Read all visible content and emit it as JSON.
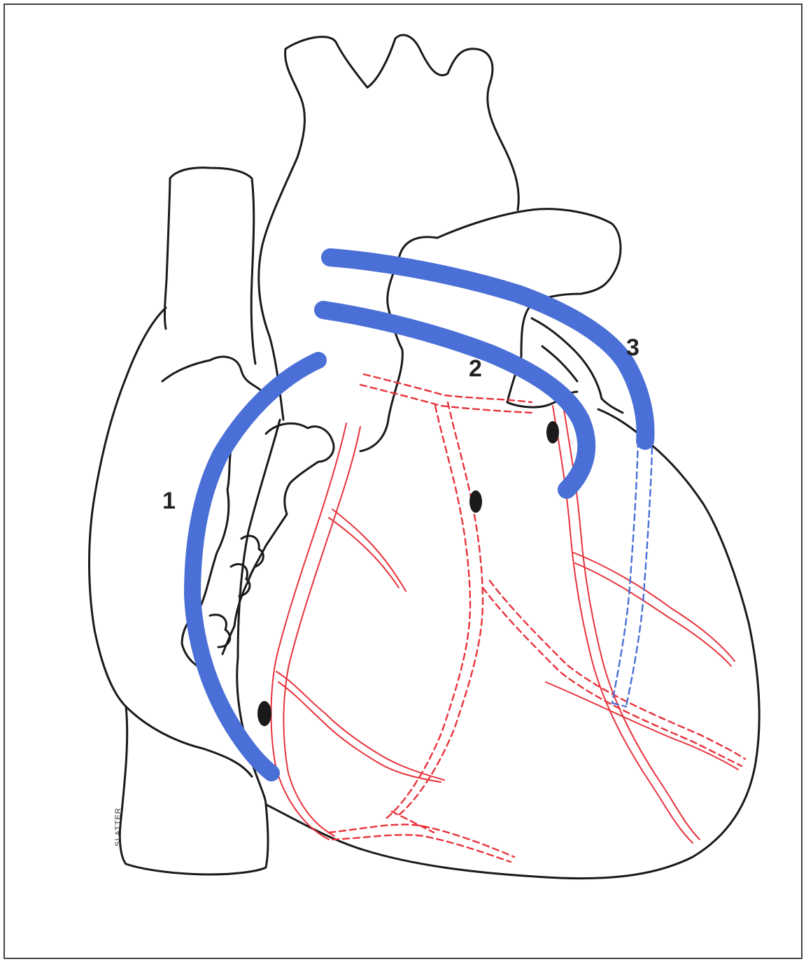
{
  "figure": {
    "labels": [
      {
        "id": "graft-1",
        "text": "1"
      },
      {
        "id": "graft-2",
        "text": "2"
      },
      {
        "id": "graft-3",
        "text": "3"
      }
    ],
    "signature": "SLATTER"
  },
  "colors": {
    "outline": "#1a1a1a",
    "graft": "#4a6fd6",
    "artery": "#e8333c",
    "paper": "#ffffff"
  }
}
